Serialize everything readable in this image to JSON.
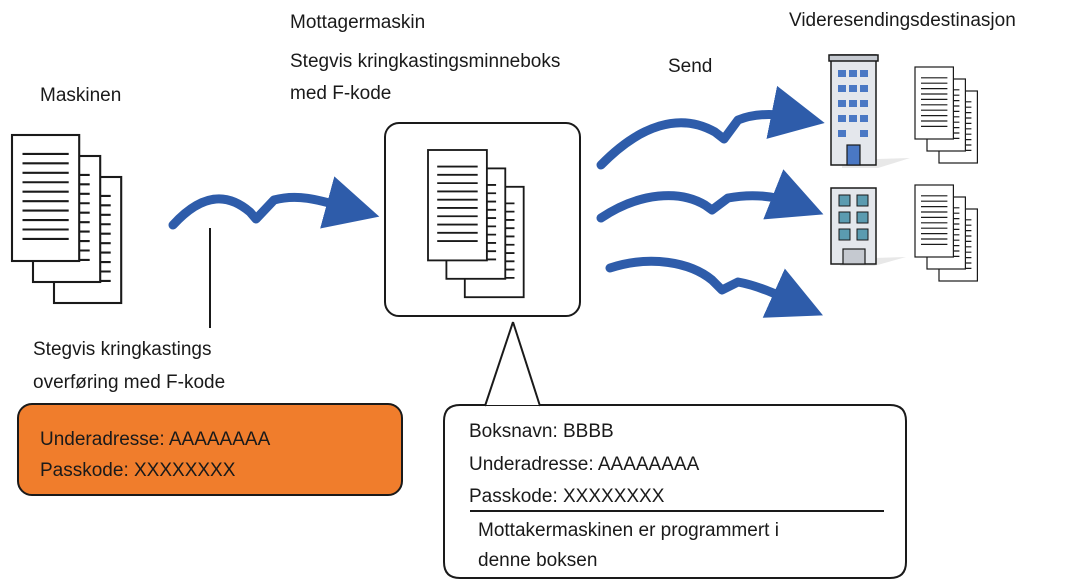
{
  "labels": {
    "source_machine": "Maskinen",
    "receiving_machine_line1": "Mottagermaskin",
    "receiving_machine_line2": "Stegvis kringkastingsminneboks",
    "receiving_machine_line3": "med F-kode",
    "send": "Send",
    "destinations": "Videresendingsdestinasjon",
    "transfer_line1": "Stegvis kringkastings",
    "transfer_line2": "overføring med F-kode"
  },
  "transfer_info": {
    "sub_address": "Underadresse: AAAAAAAA",
    "passcode": "Passkode: XXXXXXXX"
  },
  "box_info": {
    "box_name": "Boksnavn: BBBB",
    "sub_address": "Underadresse: AAAAAAAA",
    "passcode": "Passkode: XXXXXXXX",
    "note_line1": "Mottakermaskinen er programmert i",
    "note_line2": "denne boksen"
  },
  "colors": {
    "arrow": "#2e5caa",
    "transfer_box": "#f07d2c",
    "building_windows": "#4a78c4",
    "building_windows_2": "#5b9bb0",
    "building_body": "#e4e7ec"
  },
  "icons": [
    "document-stack-icon",
    "office-building-icon",
    "apartment-building-icon"
  ]
}
